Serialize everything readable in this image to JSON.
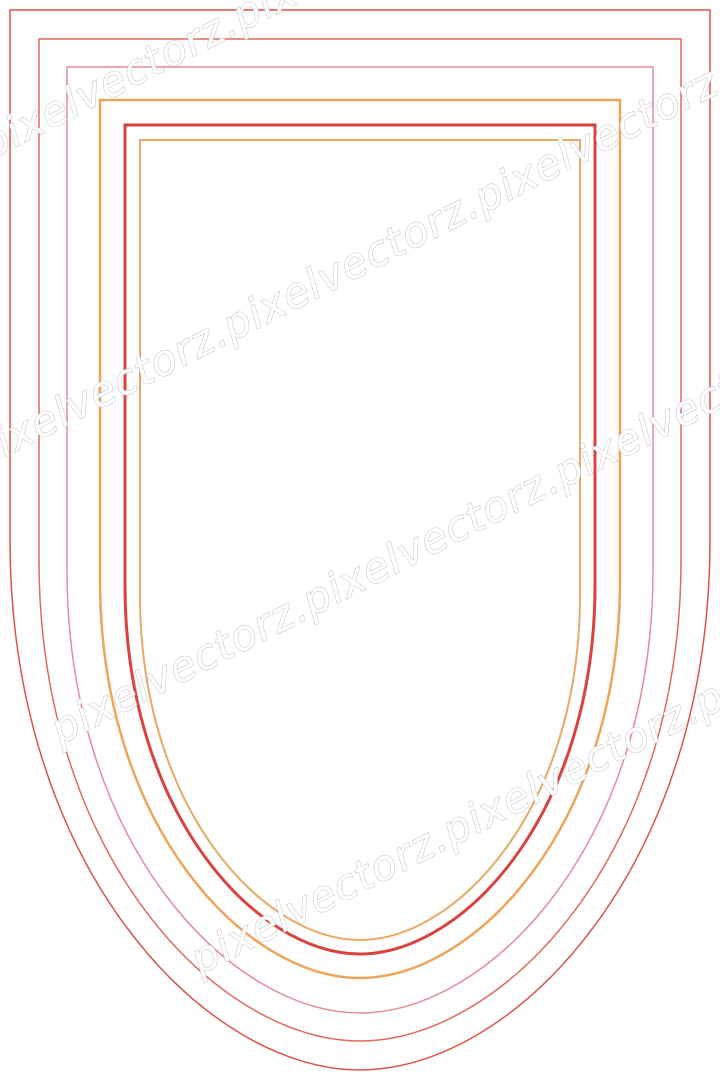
{
  "frames": [
    {
      "id": "frame-1",
      "color": "#d95448",
      "stroke": 1.5
    },
    {
      "id": "frame-2",
      "color": "#e06a5c",
      "stroke": 1.5
    },
    {
      "id": "frame-3",
      "color": "#e58c96",
      "stroke": 1.5
    },
    {
      "id": "frame-4",
      "color": "#eea55a",
      "stroke": 2.5
    },
    {
      "id": "frame-5",
      "color": "#d9433f",
      "stroke": 3
    },
    {
      "id": "frame-6",
      "color": "#e9a863",
      "stroke": 2
    }
  ],
  "watermark": {
    "text": "pixelvectorz.pixelvectorz.pixelvectorz."
  }
}
